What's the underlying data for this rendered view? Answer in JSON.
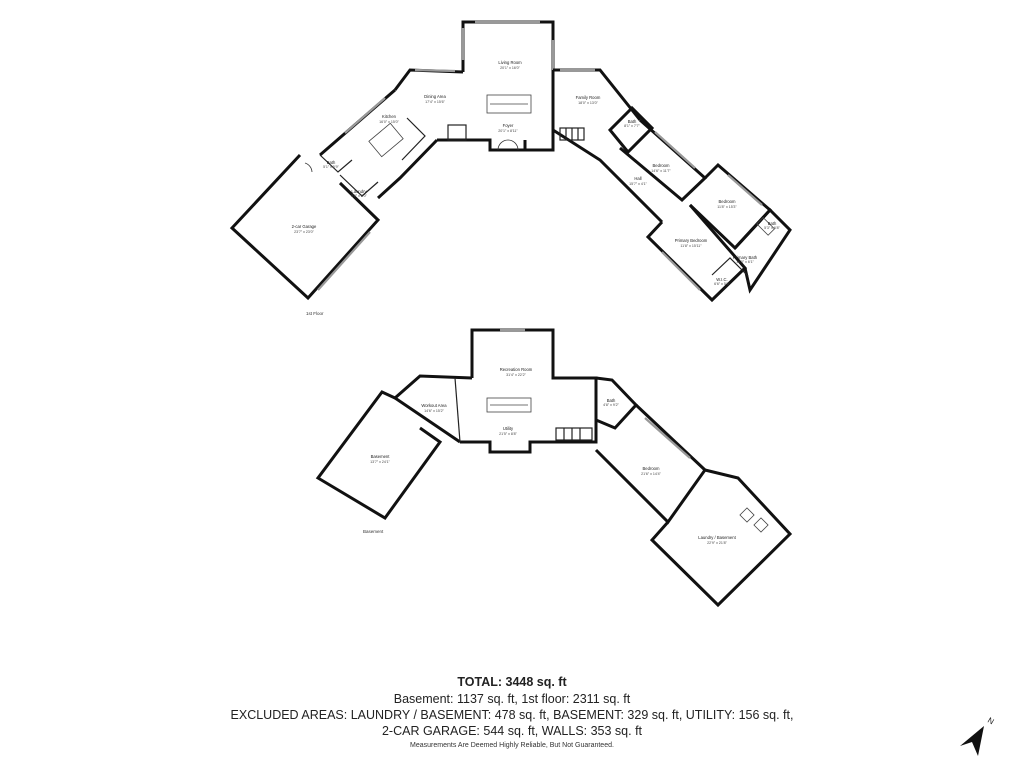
{
  "floors": {
    "first": {
      "label": "1st Floor"
    },
    "basement": {
      "label": "Basement"
    }
  },
  "rooms": {
    "living_room": {
      "name": "Living Room",
      "dim": "20'1\" x 16'0\""
    },
    "dining_area": {
      "name": "Dining Area",
      "dim": "17'4\" x 15'6\""
    },
    "foyer": {
      "name": "Foyer",
      "dim": "20'1\" x 8'11\""
    },
    "family_room": {
      "name": "Family Room",
      "dim": "18'0\" x 13'0\""
    },
    "kitchen": {
      "name": "Kitchen",
      "dim": "16'0\" x 15'0\""
    },
    "bath_first": {
      "name": "Bath",
      "dim": "5'1\" x 5'9\""
    },
    "laundry": {
      "name": "Laundry",
      "dim": "5'0\" x 6'0\""
    },
    "garage": {
      "name": "2-car Garage",
      "dim": "23'7\" x 23'0\""
    },
    "bath_hall": {
      "name": "Bath",
      "dim": "8'1\" x 7'7\""
    },
    "bedroom_1": {
      "name": "Bedroom",
      "dim": "14'6\" x 11'7\""
    },
    "hall": {
      "name": "Hall",
      "dim": "15'7\" x 4'1\""
    },
    "bedroom_2": {
      "name": "Bedroom",
      "dim": "11'8\" x 15'3\""
    },
    "primary_bedroom": {
      "name": "Primary Bedroom",
      "dim": "11'8\" x 15'11\""
    },
    "primary_bath": {
      "name": "Primary Bath",
      "dim": "10'3\" x 6'1\""
    },
    "wic": {
      "name": "W.I.C.",
      "dim": "6'6\" x 5'8\""
    },
    "bath_primary_small": {
      "name": "Bath",
      "dim": "5'3\" x 6'8\""
    },
    "recreation_room": {
      "name": "Recreation Room",
      "dim": "31'4\" x 22'2\""
    },
    "workout_area": {
      "name": "Workout Area",
      "dim": "14'6\" x 15'2\""
    },
    "utility": {
      "name": "Utility",
      "dim": "21'5\" x 8'8\""
    },
    "basement_room": {
      "name": "Basement",
      "dim": "13'7\" x 24'1\""
    },
    "bath_basement": {
      "name": "Bath",
      "dim": "4'8\" x 9'2\""
    },
    "bedroom_basement": {
      "name": "Bedroom",
      "dim": "21'6\" x 14'4\""
    },
    "laundry_basement": {
      "name": "Laundry / Basement",
      "dim": "22'9\" x 21'8\""
    }
  },
  "summary": {
    "total": "TOTAL: 3448 sq. ft",
    "line1": "Basement: 1137 sq. ft, 1st floor: 2311 sq. ft",
    "line2": "EXCLUDED AREAS: LAUNDRY / BASEMENT: 478 sq. ft, BASEMENT: 329 sq. ft, UTILITY: 156 sq. ft,",
    "line3": "2-CAR GARAGE: 544 sq. ft, WALLS: 353 sq. ft",
    "disclaimer": "Measurements Are Deemed Highly Reliable, But Not Guaranteed."
  },
  "compass": {
    "label": "N",
    "icon": "north-arrow-icon"
  }
}
